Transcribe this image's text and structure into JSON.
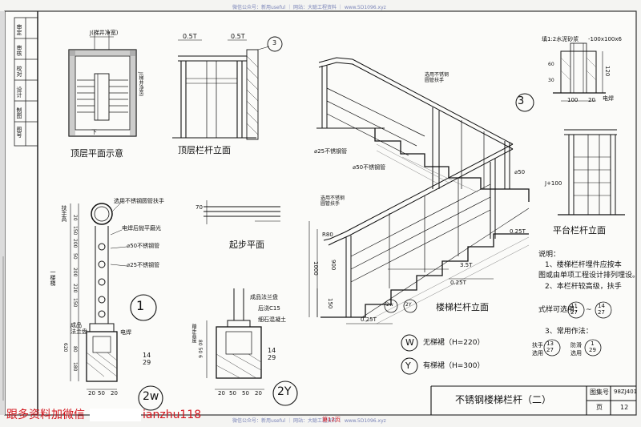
{
  "watermark_top": "微信公众号：新用useful ｜ 网站：大聪工程资料 ｜ www.5D1096.xyz",
  "watermark_bottom": "微信公众号：新用useful ｜ 网站：大聪工程资料 ｜ www.5D1096.xyz",
  "page_number": "第12页",
  "promo_text": "跟多资料加微信",
  "promo_id": "ianzhu118",
  "side_table": {
    "labels": [
      "审定",
      "审核",
      "校对",
      "设计",
      "制图",
      "图号"
    ]
  },
  "top_plan": {
    "title": "顶层平面示意",
    "label_width": "J(梯井净宽)",
    "label_vert": "J(梯井净宽)",
    "label_down": "下"
  },
  "top_elevation": {
    "title": "顶层栏杆立面",
    "dim_left": "0.5T",
    "dim_right": "0.5T",
    "callout": "3"
  },
  "stair_elevation": {
    "title": "楼梯栏杆立面",
    "note_handrail": "选用不锈钢\n圆管扶手",
    "note_25": "⌀25不锈钢管",
    "note_50a": "⌀50不锈钢管",
    "note_50b": "⌀50",
    "note_handrail2": "选用不锈钢\n圆管扶手",
    "R80": "R80",
    "d1000": "1000",
    "d900": "900",
    "d150": "150",
    "d025a": "0.25T",
    "d025b": "0.25T",
    "d025c": "0.25T",
    "d35": "3.5T",
    "callout_2w": "2w",
    "callout_2y": "2Y"
  },
  "detail_3": {
    "callout": "3",
    "note_mortar": "填1:2水泥砂浆",
    "note_plate": "-100x100x6",
    "note_weld": "电焊",
    "d100": "100",
    "d20": "20",
    "d120": "120",
    "d60": "60",
    "d30": "30"
  },
  "platform_elevation": {
    "title": "平台栏杆立面",
    "label": "J+100"
  },
  "start_plan": {
    "title": "起步平面",
    "d70": "70"
  },
  "detail_1": {
    "callout": "1",
    "note_handrail": "选用不锈钢圆管扶手",
    "note_weld": "电焊后抛平磨光",
    "note_50": "⌀50不锈钢管",
    "note_25": "⌀25不锈钢管",
    "note_flange": "成品\n法兰盘",
    "note_weld2": "电焊",
    "note_ref": "14\n29",
    "dims": [
      "20",
      "150",
      "200",
      "50",
      "200",
      "220",
      "150",
      "620",
      "80",
      "180"
    ],
    "bottom_dims": [
      "20",
      "50",
      "20"
    ],
    "side_label1": "扶手高",
    "side_label2": "一楼梯"
  },
  "detail_2w": {
    "callout": "2w"
  },
  "detail_2y": {
    "callout": "2Y",
    "note_flange": "成品法兰盘",
    "note_c15": "后浇C15",
    "note_concrete": "细石混凝土",
    "note_ref": "14\n29",
    "dims": [
      "20",
      "50",
      "50",
      "20"
    ],
    "side": "80 50 6",
    "side2": "踏步高度"
  },
  "notes": {
    "heading": "说明：",
    "line1": "1、楼梯栏杆埋件应按本",
    "line2": "图或由单项工程设计排列埋设。",
    "line3": "2、本栏杆较高级，扶手",
    "line4": "式样可选用：",
    "range_a": "11\n27",
    "range_b": "14\n27",
    "line5": "3、常用作法：",
    "use1_a": "扶手",
    "use1_b": "选用",
    "use1_ref": "13\n27",
    "use2_a": "防滑",
    "use2_b": "选用",
    "use2_ref": "1\n29"
  },
  "legend": {
    "w_letter": "W",
    "w_text": "无梯裙（H=220）",
    "y_letter": "Y",
    "y_text": "有梯裙（H=300）"
  },
  "title_block": {
    "title": "不锈钢楼梯栏杆（二）",
    "atlas_label": "图集号",
    "atlas_value": "98ZJ401",
    "page_label": "页",
    "page_value": "12"
  }
}
